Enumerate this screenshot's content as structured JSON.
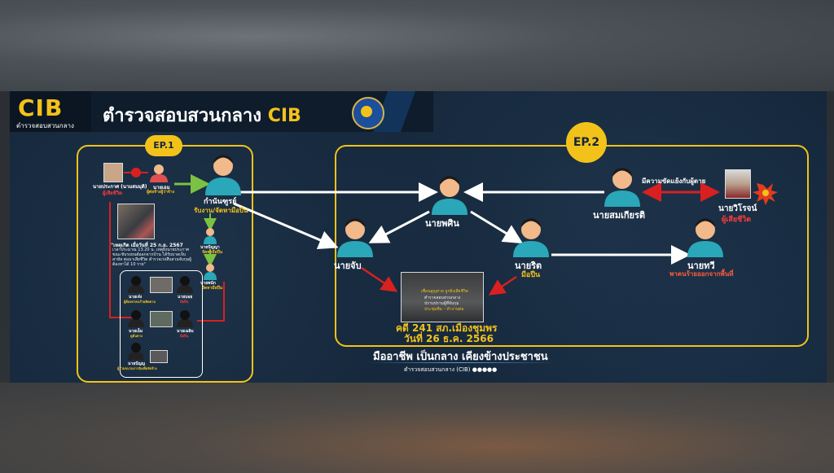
{
  "header": {
    "logo": "CIB",
    "logo_sub": "ตำรวจสอบสวนกลาง",
    "title_main": "ตำรวจสอบสวนกลาง ",
    "title_hl": "CIB"
  },
  "ep1": {
    "badge": "EP.1",
    "victim_name": "นายประกาศ (นามสมมุติ)",
    "victim_role": "ผู้เสียชีวิต",
    "hirer_name": "นายเอม",
    "hirer_role": "ผู้ต่อจ้างผู้ว่าจ้าง",
    "kamnan_name": "กำนันฑูรย์",
    "kamnan_role": "รับงาน/จัดหามือปืน",
    "p3_name": "นายปัญญา",
    "p3_role": "จัดหามือปืน",
    "p4_name": "นายพนัก",
    "p4_role": "จัดหามือปืน",
    "event_title": "\"เหตุเกิด เมื่อวันที่ 25 ก.ย. 2567",
    "event_desc": "เวลาประมาณ 13.20 น. เหตุยิงนายประกาศ ขณะขับรถยนต์ออกจากบ้าน ได้รับบาดเจ็บสาหัส ต่อมาเสียชีวิต ตำรวจเร่งสืบสวนจับกุมผู้ต้องหาได้ 10 ราย\"",
    "g1_name": "นายเจ๋ง",
    "g1_role": "ผู้ต้องหาคนร้ายติดตาม",
    "g2_name": "นายบอย",
    "g2_role": "มือปืน",
    "g3_name": "นายเอ็ม",
    "g3_role": "ดูต้นทาง",
    "g4_name": "นายเฉลิม",
    "g4_role": "มือปืน",
    "g5_name": "นายปัญญ",
    "g5_role": "ผู้ร่วมขบวนการยิงเพื่อจัดจ้าง"
  },
  "ep2": {
    "badge": "EP.2",
    "center": "นายพศิน",
    "jub": "นายจับ",
    "rit_name": "นายริต",
    "rit_role": "มือปืน",
    "somkiat": "นายสมเกียรติ",
    "conflict": "มีความขัดแย้งกับผู้ตาย",
    "viron_name": "นายวิโรจน์",
    "viron_role": "ผู้เสียชีวิต",
    "tawee_name": "นายทวี",
    "tawee_role": "พาคนร้ายออกจากพื้นที่",
    "photo_caption1": "เพื่อนสูญหาย ถูกยิงเสียชีวิต",
    "photo_caption2": "ตำรวจสอบสวนกลาง",
    "photo_caption3": "ปราบปรามผู้ที่จับกุม",
    "photo_caption4": "ประชุมทีม – ทำงานต่อ",
    "case_line1": "คดี 241 สภ.เมืองชุมพร",
    "case_line2": "วันที่ 26 ธ.ค. 2566"
  },
  "footer": {
    "slogan": "มืออาชีพ เป็นกลาง เคียงข้างประชาชน",
    "org": "ตำรวจสอบสวนกลาง (CIB)",
    "social": "●●●●●"
  },
  "colors": {
    "panel": "#14263a",
    "accent": "#f3c21a",
    "person_head": "#f2b98a",
    "person_body": "#2aa7b8",
    "arrow_white": "#ffffff",
    "arrow_red": "#d92020",
    "arrow_green": "#7cc242"
  }
}
